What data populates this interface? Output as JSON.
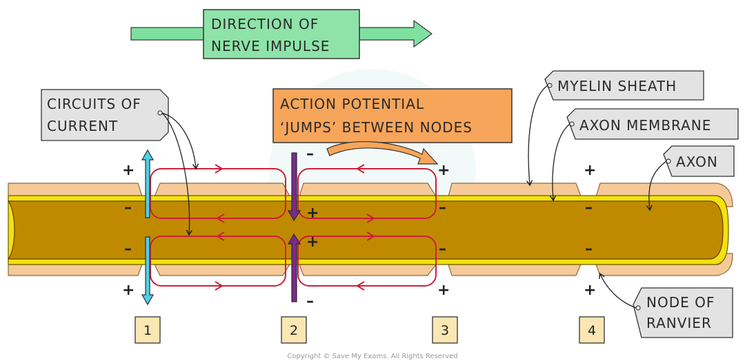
{
  "direction_label": {
    "line1": "DIRECTION OF",
    "line2": "NERVE IMPULSE"
  },
  "labels": {
    "circuits": {
      "line1": "CIRCUITS OF",
      "line2": "CURRENT"
    },
    "action_potential": {
      "line1": "ACTION POTENTIAL",
      "line2": "‘JUMPS’ BETWEEN NODES"
    },
    "myelin_sheath": "MYELIN SHEATH",
    "axon_membrane": "AXON MEMBRANE",
    "axon": "AXON",
    "node_of_ranvier": {
      "line1": "NODE OF",
      "line2": "RANVIER"
    }
  },
  "node_numbers": [
    "1",
    "2",
    "3",
    "4"
  ],
  "signs": {
    "plus": "+",
    "minus": "–"
  },
  "copyright": "Copyright © Save My Exams. All Rights Reserved",
  "colors": {
    "arrow_green": "#7fe0a0",
    "label_green": "#8ee3a9",
    "orange_box": "#f7a55a",
    "gray_tag": "#e3e3e3",
    "myelin": "#f6c998",
    "membrane": "#f3e10f",
    "axon_core": "#c08a00",
    "circuit_red": "#cc1f3a",
    "node1_arrow": "#4fd0e6",
    "node2_arrow": "#7b2a8f"
  }
}
